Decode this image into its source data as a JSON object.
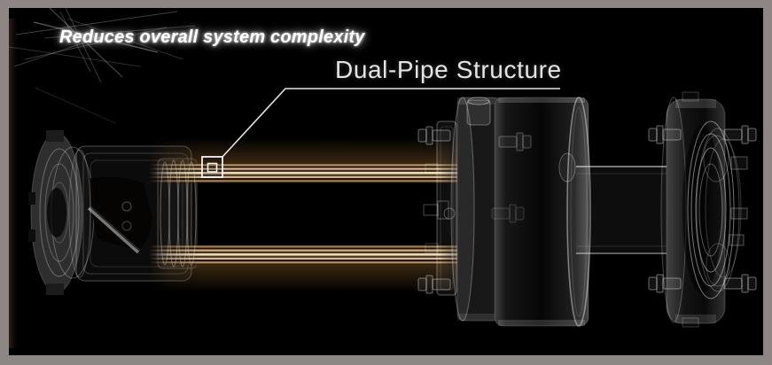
{
  "frame": {
    "border_color": "#8e8685",
    "background_color": "#000000"
  },
  "texts": {
    "tagline": "Reduces overall system complexity",
    "callout_label": "Dual-Pipe Structure"
  },
  "palette": {
    "pipe_highlight": "#efd9b2",
    "pipe_mid": "#d3b185",
    "pipe_shadow": "#a97f4e",
    "pipe_ambient_glow": "#825c28",
    "ghost_line": "#d9d9d9",
    "label_text": "#e4e4e4",
    "tagline_text": "#ffffff",
    "leader_line": "#f2f2f2"
  },
  "diagram": {
    "style": "x-ray-3d-render",
    "callout_marker": "double-square-outline",
    "parts": [
      "left-actuator-assembly",
      "dual-pipes",
      "center-flange-plate",
      "center-disc",
      "drive-drum",
      "connecting-shaft",
      "output-flange-disc",
      "bearing-rings",
      "mounting-bolts"
    ]
  }
}
